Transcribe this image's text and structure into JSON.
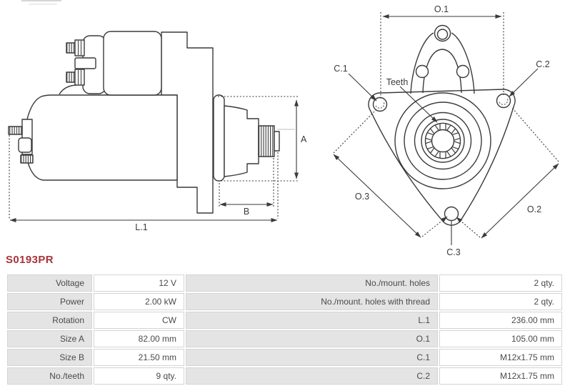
{
  "part_number": "S0193PR",
  "colors": {
    "accent_red": "#a8333a",
    "table_label_bg": "#e4e4e4",
    "table_border": "#d4d4d4",
    "drawing_line": "#3a3a3a"
  },
  "diagram": {
    "side_view": {
      "dim_a": "A",
      "dim_b": "B",
      "dim_l1": "L.1"
    },
    "front_view": {
      "dim_o1": "O.1",
      "dim_o2": "O.2",
      "dim_o3": "O.3",
      "dim_c1": "C.1",
      "dim_c2": "C.2",
      "dim_c3": "C.3",
      "teeth_label": "Teeth"
    }
  },
  "spec_table": {
    "rows": [
      {
        "l_label": "Voltage",
        "l_value": "12 V",
        "r_label": "No./mount. holes",
        "r_value": "2 qty."
      },
      {
        "l_label": "Power",
        "l_value": "2.00 kW",
        "r_label": "No./mount. holes with thread",
        "r_value": "2 qty."
      },
      {
        "l_label": "Rotation",
        "l_value": "CW",
        "r_label": "L.1",
        "r_value": "236.00 mm"
      },
      {
        "l_label": "Size A",
        "l_value": "82.00 mm",
        "r_label": "O.1",
        "r_value": "105.00 mm"
      },
      {
        "l_label": "Size B",
        "l_value": "21.50 mm",
        "r_label": "C.1",
        "r_value": "M12x1.75 mm"
      },
      {
        "l_label": "No./teeth",
        "l_value": "9 qty.",
        "r_label": "C.2",
        "r_value": "M12x1.75 mm"
      }
    ]
  }
}
